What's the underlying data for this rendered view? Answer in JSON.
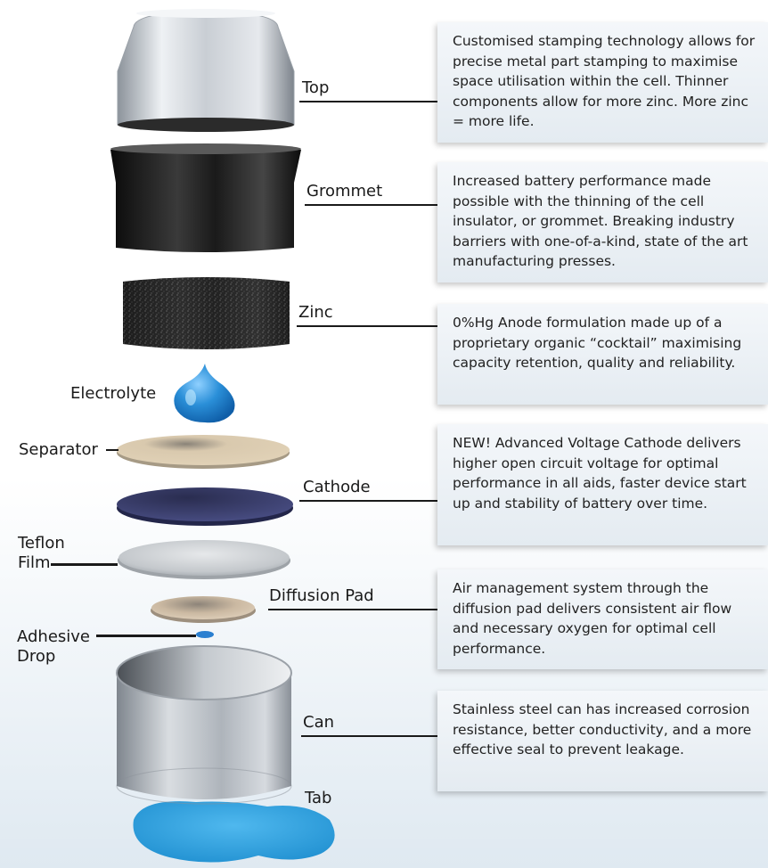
{
  "labels": {
    "top": "Top",
    "grommet": "Grommet",
    "zinc": "Zinc",
    "electrolyte": "Electrolyte",
    "separator": "Separator",
    "cathode": "Cathode",
    "teflon_line1": "Teflon",
    "teflon_line2": "Film",
    "diffusion_pad": "Diffusion Pad",
    "adhesive_line1": "Adhesive",
    "adhesive_line2": "Drop",
    "can": "Can",
    "tab": "Tab"
  },
  "descriptions": {
    "top": "Customised stamping technology allows for precise metal part stamping to maximise space utilisation within the cell. Thinner components allow for more zinc. More zinc = more life.",
    "grommet": "Increased battery performance made possible with the thinning of the cell insulator, or grommet. Breaking industry barriers with one-of-a-kind, state of the art manufacturing presses.",
    "zinc": "0%Hg Anode formulation made up of a proprietary organic “cocktail” maximising capacity retention, quality and reliability.",
    "cathode": "NEW! Advanced Voltage Cathode delivers higher open circuit voltage for optimal performance in all aids, faster device start up and stability of battery over time.",
    "diffusion_pad": "Air management system through the diffusion pad delivers consistent air flow and necessary oxygen for optimal cell performance.",
    "can": "Stainless steel can has increased corrosion resistance, better conductivity, and a more effective seal to prevent leakage."
  },
  "colors": {
    "electrolyte": "#2a8fd8",
    "separator": "#d8c8ad",
    "cathode": "#3b3f6e",
    "tab": "#2aa0de",
    "metal": "#c8ccd2"
  }
}
